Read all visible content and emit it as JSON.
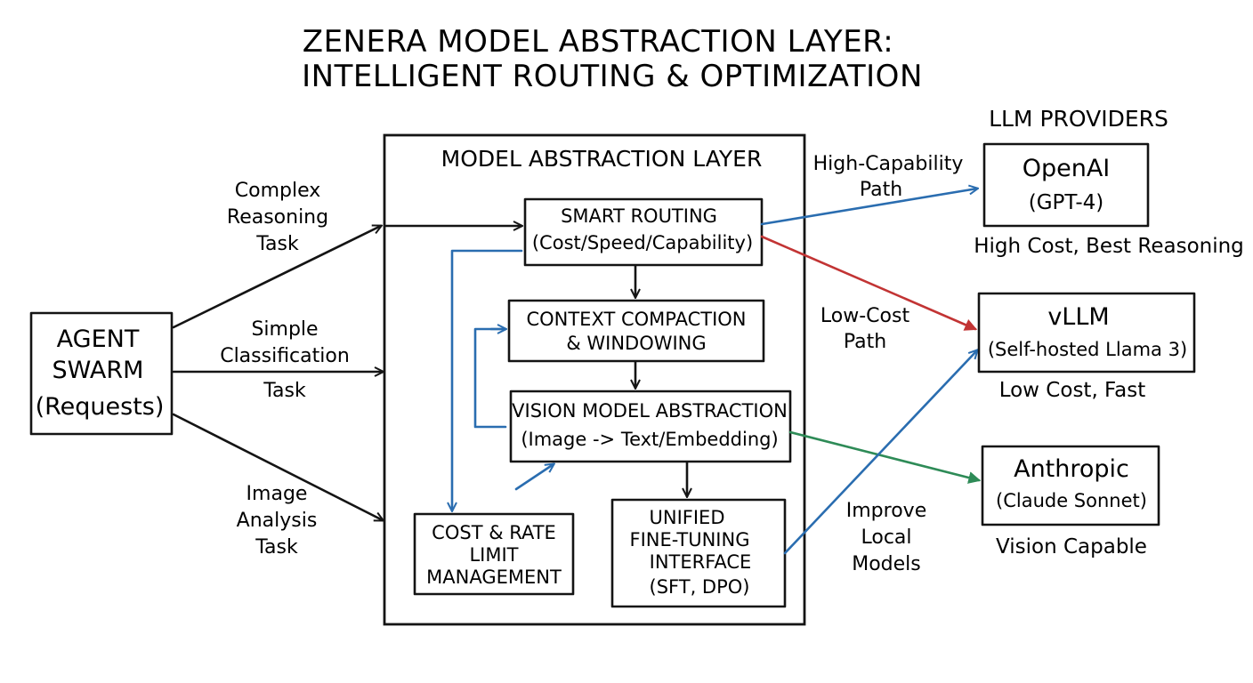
{
  "title": {
    "line1": "ZENERA MODEL ABSTRACTION LAYER:",
    "line2": "INTELLIGENT ROUTING & OPTIMIZATION"
  },
  "agent_swarm": {
    "line1": "AGENT",
    "line2": "SWARM",
    "line3": "(Requests)"
  },
  "tasks": {
    "complex": [
      "Complex",
      "Reasoning",
      "Task"
    ],
    "simple": [
      "Simple",
      "Classification",
      "Task"
    ],
    "image": [
      "Image",
      "Analysis",
      "Task"
    ]
  },
  "layer": {
    "title": "MODEL ABSTRACTION LAYER",
    "smart_routing": [
      "SMART ROUTING",
      "(Cost/Speed/Capability)"
    ],
    "context": [
      "CONTEXT COMPACTION",
      "& WINDOWING"
    ],
    "vision": [
      "VISION MODEL ABSTRACTION",
      "(Image -> Text/Embedding)"
    ],
    "cost_rate": [
      "COST & RATE",
      "LIMIT",
      "MANAGEMENT"
    ],
    "fine_tuning": [
      "UNIFIED",
      "FINE-TUNING",
      "INTERFACE",
      "(SFT, DPO)"
    ]
  },
  "paths": {
    "high_capability": [
      "High-Capability",
      "Path"
    ],
    "low_cost": [
      "Low-Cost",
      "Path"
    ],
    "improve": [
      "Improve",
      "Local",
      "Models"
    ]
  },
  "providers": {
    "heading": "LLM PROVIDERS",
    "openai": {
      "name": "OpenAI",
      "model": "(GPT-4)",
      "note": "High Cost, Best Reasoning"
    },
    "vllm": {
      "name": "vLLM",
      "model": "(Self-hosted Llama 3)",
      "note": "Low Cost, Fast"
    },
    "anthropic": {
      "name": "Anthropic",
      "model": "(Claude Sonnet)",
      "note": "Vision Capable"
    }
  },
  "colors": {
    "ink": "#141414",
    "blue_arrow": "#2a6db0",
    "red_arrow": "#c23434",
    "green_arrow": "#2e8b57"
  }
}
